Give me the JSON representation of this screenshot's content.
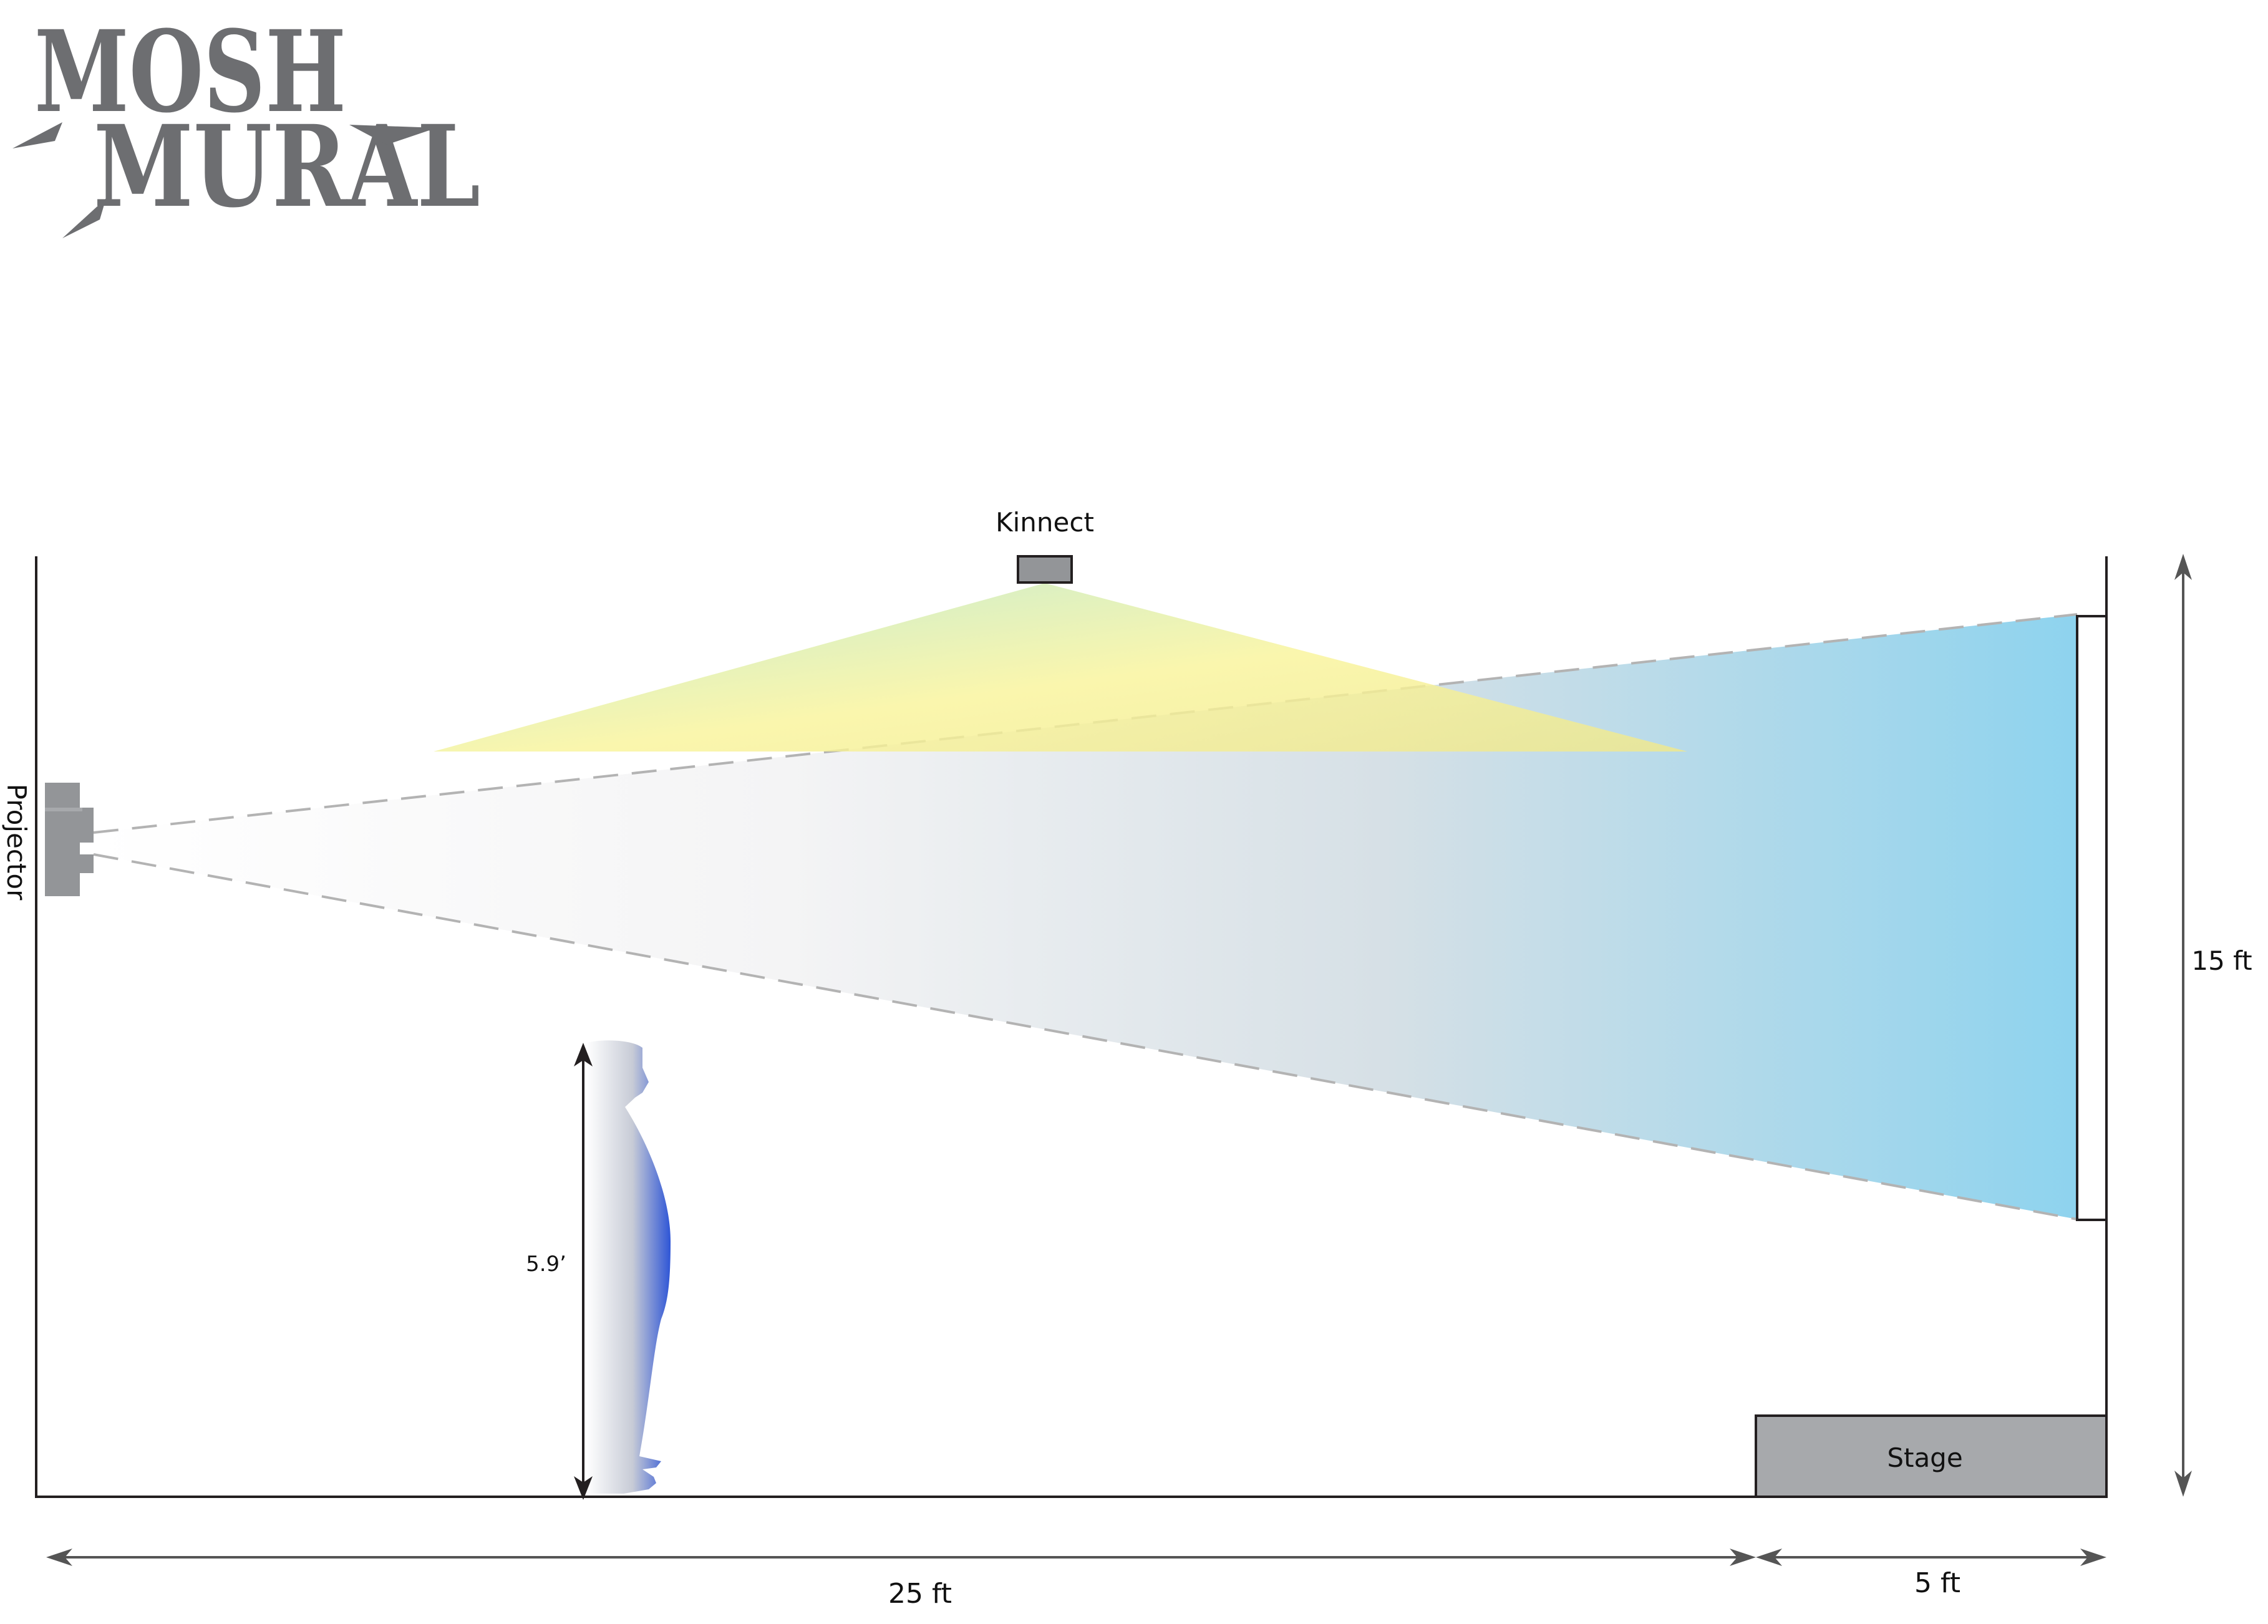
{
  "logo": {
    "line1": "MOSH",
    "line2": "MURAL"
  },
  "labels": {
    "kinect": "Kinnect",
    "projector": "Projector",
    "stage": "Stage",
    "person_height": "5.9’",
    "room_height": "15 ft",
    "room_length": "25 ft",
    "stage_length": "5 ft"
  },
  "colors": {
    "device_gray": "#939598",
    "stage_gray": "#a7a9ac",
    "beam_blue": "#8ed3ee",
    "kinect_yellow": "#f9f49b",
    "kinect_green": "#b7e7c8",
    "person_blue": "#2e55d6",
    "logo_gray": "#6d6e71",
    "line_dark": "#231f20"
  }
}
